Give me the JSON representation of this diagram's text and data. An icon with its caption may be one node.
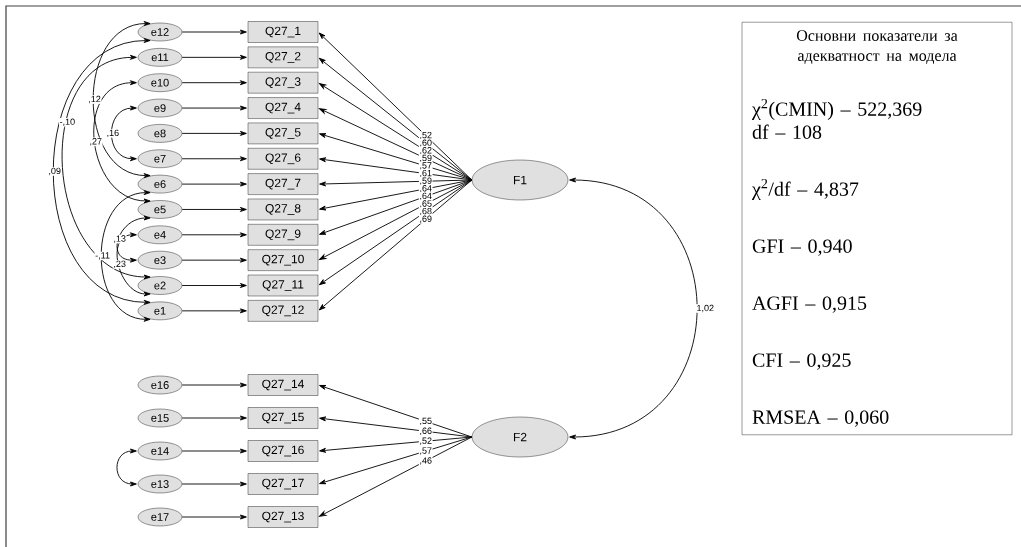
{
  "diagram": {
    "nodes": [
      {
        "text": [
          "e12"
        ]
      },
      {
        "text": [
          "e11"
        ]
      },
      {
        "text": [
          "e10"
        ]
      },
      {
        "text": [
          "e9"
        ]
      },
      {
        "text": [
          "e8"
        ]
      },
      {
        "text": [
          "e7"
        ]
      },
      {
        "text": [
          "e6"
        ]
      },
      {
        "text": [
          "e5"
        ]
      },
      {
        "text": [
          "e4"
        ]
      },
      {
        "text": [
          "e3"
        ]
      },
      {
        "text": [
          "e2"
        ]
      },
      {
        "text": [
          "e1"
        ]
      },
      {
        "text": [
          "Q27_1"
        ]
      },
      {
        "text": [
          "Q27_2"
        ]
      },
      {
        "text": [
          "Q27_3"
        ]
      },
      {
        "text": [
          "Q27_4"
        ]
      },
      {
        "text": [
          "Q27_5"
        ]
      },
      {
        "text": [
          "Q27_6"
        ]
      },
      {
        "text": [
          "Q27_7"
        ]
      },
      {
        "text": [
          "Q27_8"
        ]
      },
      {
        "text": [
          "Q27_9"
        ]
      },
      {
        "text": [
          "Q27_10"
        ]
      },
      {
        "text": [
          "Q27_11"
        ]
      },
      {
        "text": [
          "Q27_12"
        ]
      },
      {
        "text": [
          "F1"
        ]
      },
      {
        "text": [
          "e16"
        ]
      },
      {
        "text": [
          "e15"
        ]
      },
      {
        "text": [
          "e14"
        ]
      },
      {
        "text": [
          "e13"
        ]
      },
      {
        "text": [
          "e17"
        ]
      },
      {
        "text": [
          "Q27_14"
        ]
      },
      {
        "text": [
          "Q27_15"
        ]
      },
      {
        "text": [
          "Q27_16"
        ]
      },
      {
        "text": [
          "Q27_17"
        ]
      },
      {
        "text": [
          "Q27_13"
        ]
      },
      {
        "text": [
          "F2"
        ]
      },
      {
        "text": [
          "Основни показатели за адекватност на модела",
          "χ$^{2}$(CMIN) – 522,369",
          "df – 108",
          "χ$^{2}$/df – 4,837",
          "GFI – 0,940",
          "AGFI – 0,915",
          "CFI – 0,925",
          "RMSEA – 0,060"
        ]
      }
    ],
    "edges": [
      {
        "from": 0,
        "to": 12,
        "arrow": "to"
      },
      {
        "from": 1,
        "to": 13,
        "arrow": "to"
      },
      {
        "from": 2,
        "to": 14,
        "arrow": "to"
      },
      {
        "from": 3,
        "to": 15,
        "arrow": "to"
      },
      {
        "from": 4,
        "to": 16,
        "arrow": "to"
      },
      {
        "from": 5,
        "to": 17,
        "arrow": "to"
      },
      {
        "from": 6,
        "to": 18,
        "arrow": "to"
      },
      {
        "from": 7,
        "to": 19,
        "arrow": "to"
      },
      {
        "from": 8,
        "to": 20,
        "arrow": "to"
      },
      {
        "from": 9,
        "to": 21,
        "arrow": "to"
      },
      {
        "from": 10,
        "to": 22,
        "arrow": "to"
      },
      {
        "from": 11,
        "to": 23,
        "arrow": "to"
      },
      {
        "from": 24,
        "to": 12,
        "arrow": "to",
        "label": ",52"
      },
      {
        "from": 24,
        "to": 13,
        "arrow": "to",
        "label": ",60"
      },
      {
        "from": 24,
        "to": 14,
        "arrow": "to",
        "label": ",62"
      },
      {
        "from": 24,
        "to": 15,
        "arrow": "to",
        "label": ",59"
      },
      {
        "from": 24,
        "to": 16,
        "arrow": "to",
        "label": ",57"
      },
      {
        "from": 24,
        "to": 17,
        "arrow": "to",
        "label": ",61"
      },
      {
        "from": 24,
        "to": 18,
        "arrow": "to",
        "label": ",59"
      },
      {
        "from": 24,
        "to": 19,
        "arrow": "to",
        "label": ",64"
      },
      {
        "from": 24,
        "to": 20,
        "arrow": "to",
        "label": ",64"
      },
      {
        "from": 24,
        "to": 21,
        "arrow": "to",
        "label": ",65"
      },
      {
        "from": 24,
        "to": 22,
        "arrow": "to",
        "label": ",68"
      },
      {
        "from": 24,
        "to": 23,
        "arrow": "to",
        "label": ",69"
      },
      {
        "from": 0,
        "to": 11,
        "arrow": "both",
        "label": ",09"
      },
      {
        "from": 1,
        "to": 10,
        "arrow": "both",
        "label": "-,10"
      },
      {
        "from": 0,
        "to": 6,
        "arrow": "both",
        "label": ",12"
      },
      {
        "from": 6,
        "to": 11,
        "arrow": "both",
        "label": "-,11"
      },
      {
        "from": 2,
        "to": 7,
        "arrow": "both",
        "label": ",27"
      },
      {
        "from": 3,
        "to": 5,
        "arrow": "both",
        "label": ",16"
      },
      {
        "from": 7,
        "to": 9,
        "arrow": "both",
        "label": ",13"
      },
      {
        "from": 8,
        "to": 10,
        "arrow": "both",
        "label": ",23"
      },
      {
        "from": 25,
        "to": 30,
        "arrow": "to"
      },
      {
        "from": 26,
        "to": 31,
        "arrow": "to"
      },
      {
        "from": 27,
        "to": 32,
        "arrow": "to"
      },
      {
        "from": 28,
        "to": 33,
        "arrow": "to"
      },
      {
        "from": 29,
        "to": 34,
        "arrow": "to"
      },
      {
        "from": 35,
        "to": 30,
        "arrow": "to",
        "label": ",55"
      },
      {
        "from": 35,
        "to": 31,
        "arrow": "to",
        "label": ",66"
      },
      {
        "from": 35,
        "to": 32,
        "arrow": "to",
        "label": ",52"
      },
      {
        "from": 35,
        "to": 33,
        "arrow": "to",
        "label": ",57"
      },
      {
        "from": 35,
        "to": 34,
        "arrow": "to",
        "label": ",46"
      },
      {
        "from": 27,
        "to": 28,
        "arrow": "both"
      },
      {
        "from": 24,
        "to": 35,
        "arrow": "both",
        "label": "1,02"
      }
    ]
  }
}
